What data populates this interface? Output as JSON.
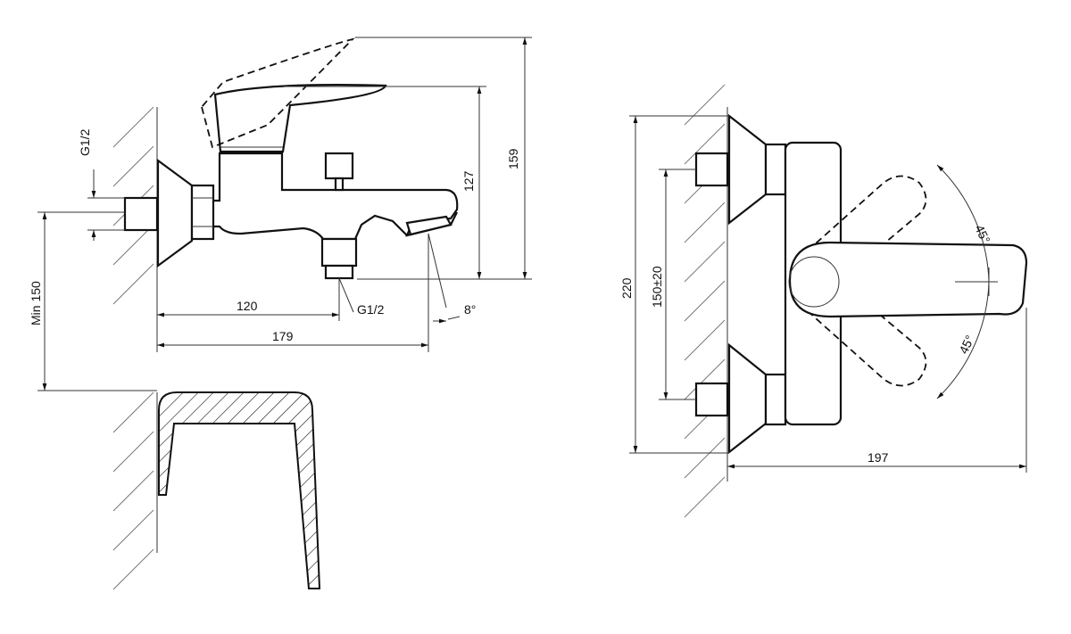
{
  "side_view": {
    "thread_label_inlet": "G1/2",
    "min_height": "Min 150",
    "dim_outlet": "120",
    "thread_label_outlet": "G1/2",
    "spout_angle": "8°",
    "dim_handle_height": "127",
    "dim_total_height": "159",
    "dim_depth": "179"
  },
  "front_view": {
    "dim_height": "220",
    "dim_spacing": "150±20",
    "angle_upper": "45°",
    "angle_lower": "45°",
    "dim_width": "197"
  }
}
